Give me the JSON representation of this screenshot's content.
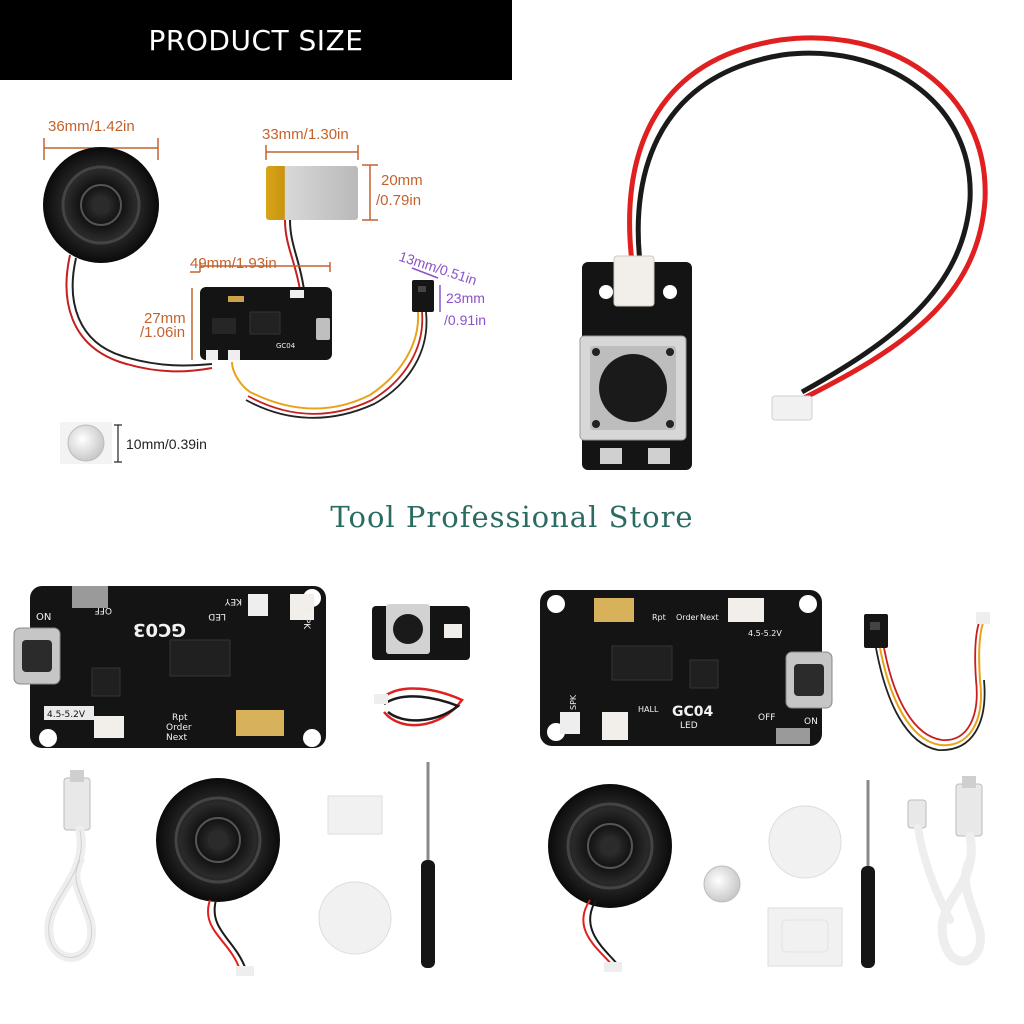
{
  "banner": {
    "title": "PRODUCT SIZE"
  },
  "dimensions": {
    "speaker": "36mm/1.42in",
    "battery_width": "33mm/1.30in",
    "battery_height_mm": "20mm",
    "battery_height_in": "/0.79in",
    "board_width": "49mm/1.93in",
    "board_height_mm": "27mm",
    "board_height_in": "/1.06in",
    "sensor_width": "13mm/0.51in",
    "sensor_height_mm": "23mm",
    "sensor_height_in": "/0.91in",
    "magnet": "10mm/0.39in"
  },
  "watermark": "Tool Professional Store",
  "boards": {
    "gc03": {
      "model": "GC03",
      "on": "ON",
      "off": "OFF",
      "key": "KEY",
      "led": "LED",
      "spk": "SPK",
      "voltage": "4.5-5.2V",
      "rpt": "Rpt",
      "order": "Order",
      "next": "Next"
    },
    "gc04": {
      "model": "GC04",
      "on": "ON",
      "off": "OFF",
      "spk": "SPK",
      "hall": "HALL",
      "led": "LED",
      "voltage": "4.5-5.2V",
      "rpt": "Rpt",
      "order": "Order",
      "next": "Next"
    },
    "gc04_small": {
      "model": "GC04"
    }
  },
  "colors": {
    "pcb": "#141414",
    "dim_label": "#c4622d",
    "sensor_label": "#8a52c9",
    "watermark": "#2b6b62",
    "wire_red": "#e02020",
    "wire_black": "#1a1a1a"
  }
}
